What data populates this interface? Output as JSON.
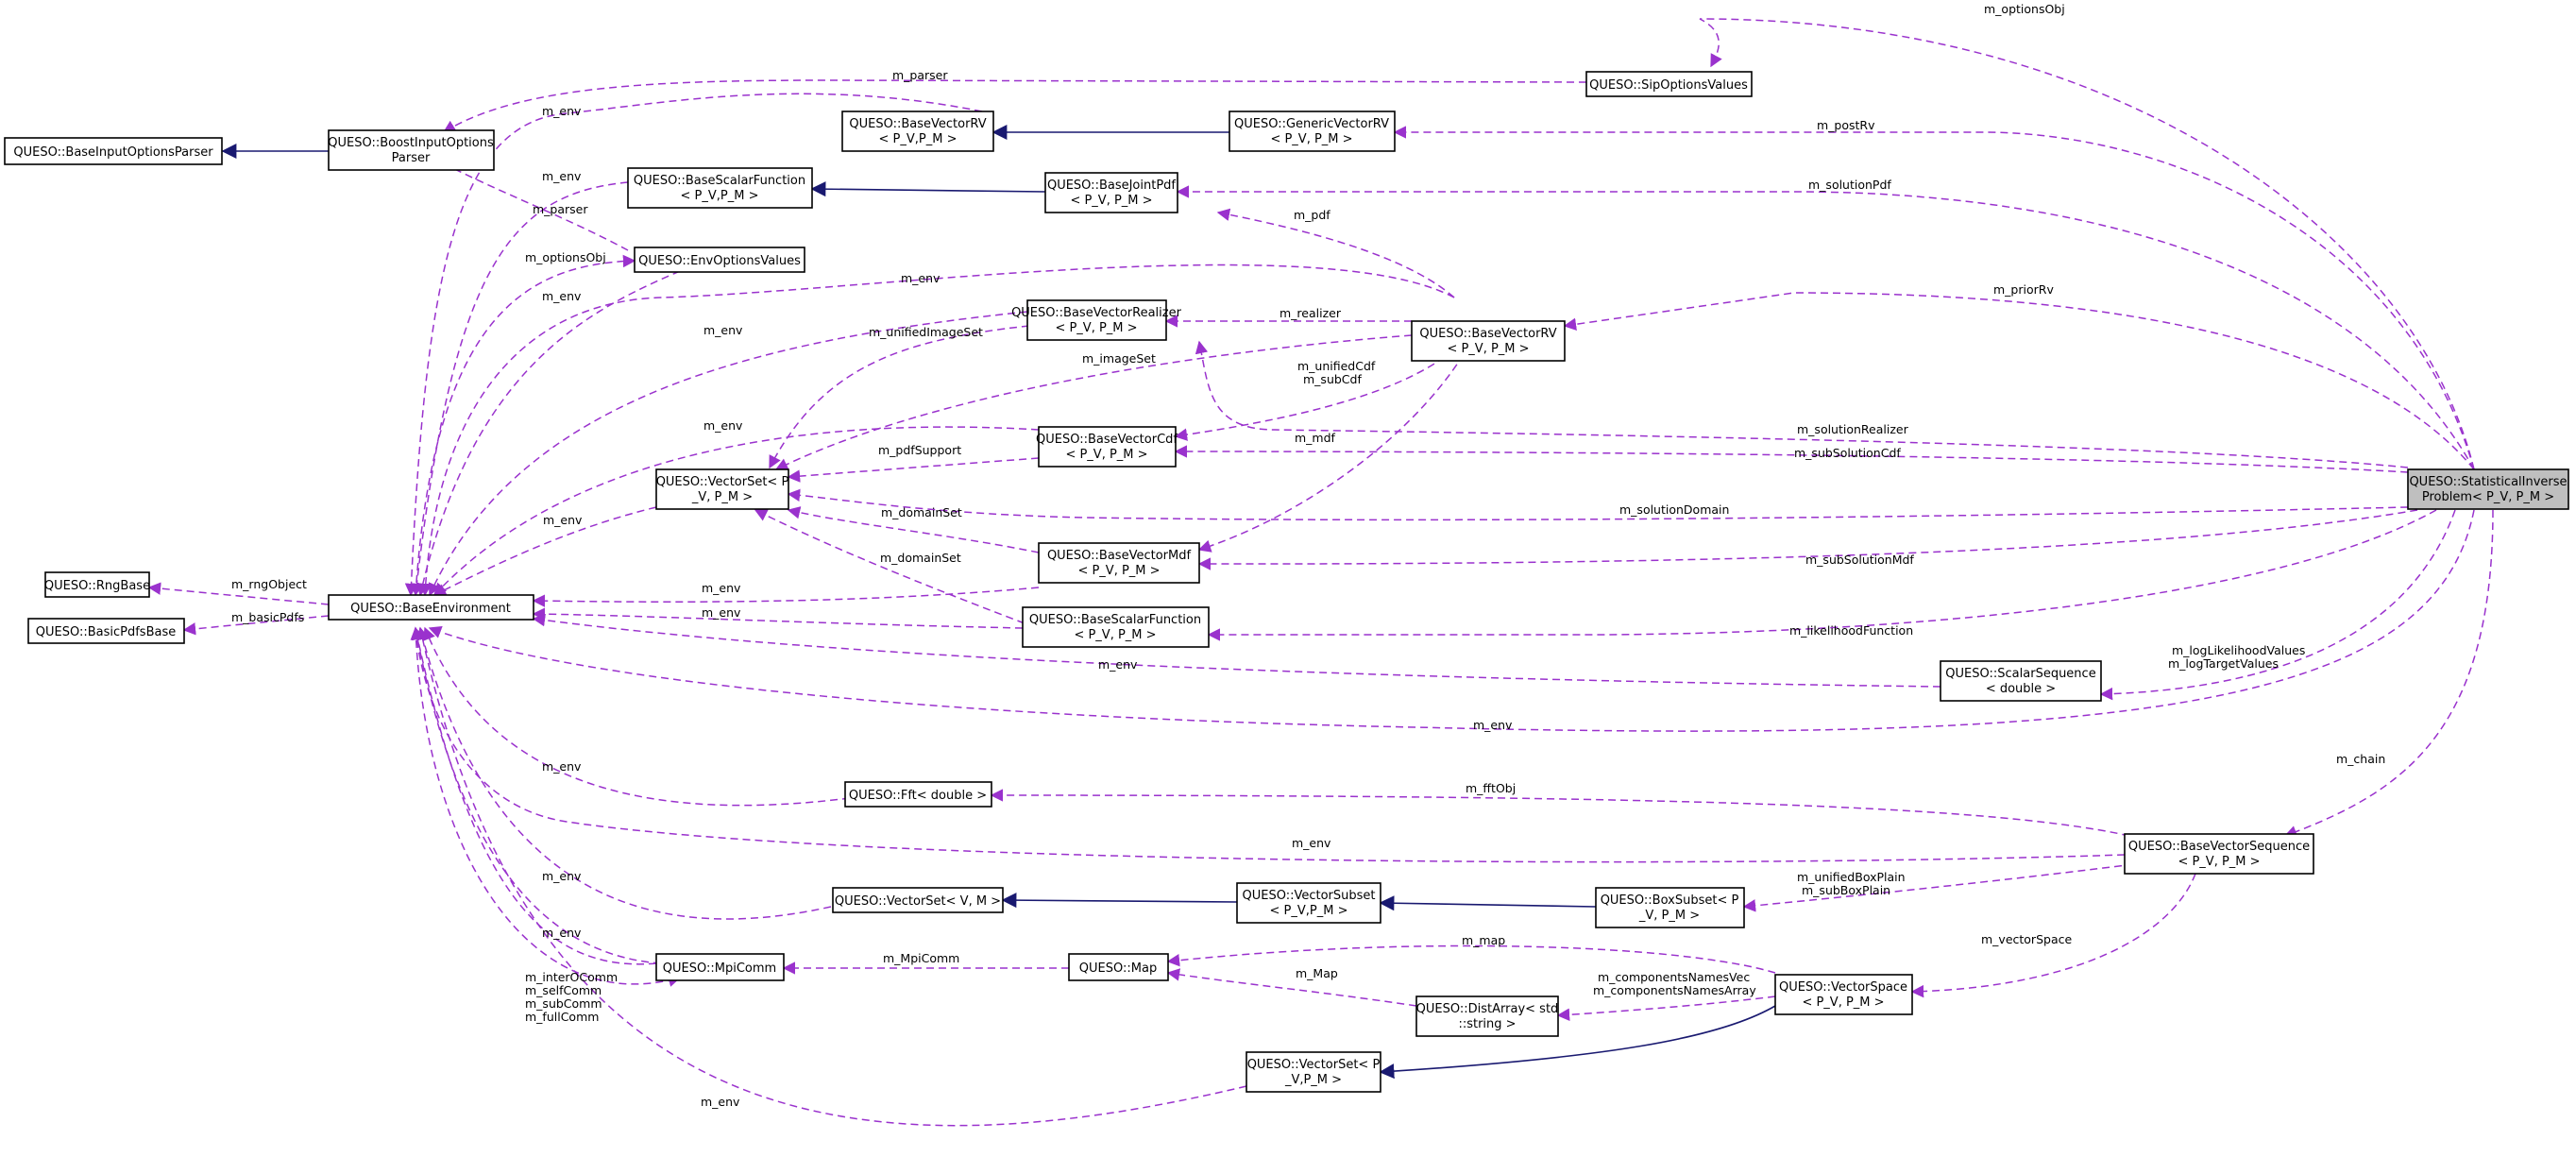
{
  "colors": {
    "usage_edge": "#9a32cd",
    "inheritance_edge": "#191970",
    "highlight_fill": "#bfbfbf"
  },
  "nodes": {
    "stat_inverse": [
      "QUESO::StatisticalInverse",
      "Problem< P_V, P_M >"
    ],
    "sip_options": [
      "QUESO::SipOptionsValues"
    ],
    "base_input_parser": [
      "QUESO::BaseInputOptionsParser"
    ],
    "boost_input_parser": [
      "QUESO::BoostInputOptions",
      "Parser"
    ],
    "base_vector_rv_1": [
      "QUESO::BaseVectorRV",
      "< P_V,P_M >"
    ],
    "generic_vector_rv": [
      "QUESO::GenericVectorRV",
      "< P_V, P_M >"
    ],
    "base_scalar_fn_1": [
      "QUESO::BaseScalarFunction",
      "< P_V,P_M >"
    ],
    "base_joint_pdf": [
      "QUESO::BaseJointPdf",
      "< P_V, P_M >"
    ],
    "env_options": [
      "QUESO::EnvOptionsValues"
    ],
    "base_vector_realizer": [
      "QUESO::BaseVectorRealizer",
      "< P_V, P_M >"
    ],
    "base_vector_rv_2": [
      "QUESO::BaseVectorRV",
      "< P_V, P_M >"
    ],
    "base_vector_cdf": [
      "QUESO::BaseVectorCdf",
      "< P_V, P_M >"
    ],
    "vector_set_pv": [
      "QUESO::VectorSet< P",
      "_V, P_M >"
    ],
    "base_vector_mdf": [
      "QUESO::BaseVectorMdf",
      "< P_V, P_M >"
    ],
    "rng_base": [
      "QUESO::RngBase"
    ],
    "base_environment": [
      "QUESO::BaseEnvironment"
    ],
    "basic_pdfs": [
      "QUESO::BasicPdfsBase"
    ],
    "base_scalar_fn_2": [
      "QUESO::BaseScalarFunction",
      "< P_V, P_M >"
    ],
    "scalar_sequence": [
      "QUESO::ScalarSequence",
      "< double >"
    ],
    "fft": [
      "QUESO::Fft< double >"
    ],
    "base_vector_sequence": [
      "QUESO::BaseVectorSequence",
      "< P_V, P_M >"
    ],
    "vector_set_vm": [
      "QUESO::VectorSet< V, M >"
    ],
    "vector_subset": [
      "QUESO::VectorSubset",
      "< P_V,P_M >"
    ],
    "box_subset": [
      "QUESO::BoxSubset< P",
      "_V, P_M >"
    ],
    "mpi_comm": [
      "QUESO::MpiComm"
    ],
    "map": [
      "QUESO::Map"
    ],
    "vector_space": [
      "QUESO::VectorSpace",
      "< P_V, P_M >"
    ],
    "dist_array": [
      "QUESO::DistArray< std",
      "::string >"
    ],
    "vector_set_pv2": [
      "QUESO::VectorSet< P",
      "_V,P_M >"
    ]
  },
  "edges": {
    "options_obj_top": [
      "m_optionsObj"
    ],
    "parser": [
      "m_parser"
    ],
    "env_1": [
      "m_env"
    ],
    "post_rv": [
      "m_postRv"
    ],
    "env_2": [
      "m_env"
    ],
    "solution_pdf": [
      "m_solutionPdf"
    ],
    "parser_2": [
      "m_parser"
    ],
    "pdf": [
      "m_pdf"
    ],
    "options_obj_env": [
      "m_optionsObj"
    ],
    "env_3": [
      "m_env"
    ],
    "env_4": [
      "m_env"
    ],
    "prior_rv": [
      "m_priorRv"
    ],
    "realizer": [
      "m_realizer"
    ],
    "env_5": [
      "m_env"
    ],
    "unified_image_set": [
      "m_unifiedImageSet"
    ],
    "image_set": [
      "m_imageSet"
    ],
    "unified_cdf": [
      "m_unifiedCdf",
      "m_subCdf"
    ],
    "mdf": [
      "m_mdf"
    ],
    "env_6": [
      "m_env"
    ],
    "solution_realizer": [
      "m_solutionRealizer"
    ],
    "pdf_support": [
      "m_pdfSupport"
    ],
    "sub_solution_cdf": [
      "m_subSolutionCdf"
    ],
    "solution_domain": [
      "m_solutionDomain"
    ],
    "env_7": [
      "m_env"
    ],
    "domain_set_1": [
      "m_domainSet"
    ],
    "domain_set_2": [
      "m_domainSet"
    ],
    "sub_solution_mdf": [
      "m_subSolutionMdf"
    ],
    "rng_object": [
      "m_rngObject"
    ],
    "env_8": [
      "m_env"
    ],
    "basic_pdfs": [
      "m_basicPdfs"
    ],
    "env_9": [
      "m_env"
    ],
    "likelihood_fn": [
      "m_likelihoodFunction"
    ],
    "log_values": [
      "m_logLikelihoodValues",
      "m_logTargetValues"
    ],
    "env_10": [
      "m_env"
    ],
    "env_11": [
      "m_env"
    ],
    "chain": [
      "m_chain"
    ],
    "env_12": [
      "m_env"
    ],
    "fft_obj": [
      "m_fftObj"
    ],
    "env_13": [
      "m_env"
    ],
    "env_14": [
      "m_env"
    ],
    "unified_box_plain": [
      "m_unifiedBoxPlain",
      "m_subBoxPlain"
    ],
    "env_15": [
      "m_env"
    ],
    "env_16": [
      "m_env"
    ],
    "map": [
      "m_map"
    ],
    "mpi_comm": [
      "m_MpiComm"
    ],
    "map_2": [
      "m_Map"
    ],
    "vector_space": [
      "m_vectorSpace"
    ],
    "components_names": [
      "m_componentsNamesVec",
      "m_componentsNamesArray"
    ],
    "comms": [
      "m_interOComm",
      "m_selfComm",
      "m_subComm",
      "m_fullComm"
    ],
    "env_17": [
      "m_env"
    ]
  }
}
